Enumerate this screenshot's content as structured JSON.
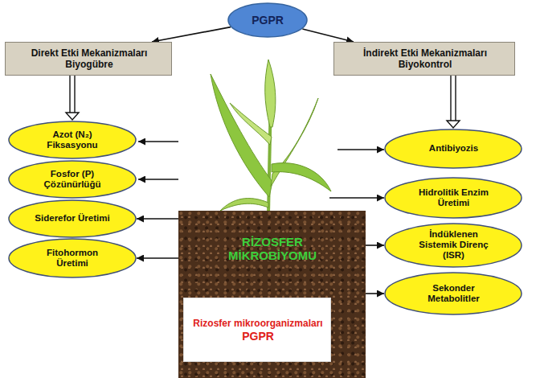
{
  "diagram": {
    "nodes": [
      {
        "text": [
          "PGPR"
        ]
      },
      {
        "text": [
          "Direkt Etki Mekanizmaları Biyogübre"
        ]
      },
      {
        "text": [
          "İndirekt Etki Mekanizmaları Biyokontrol"
        ]
      },
      {
        "text": [
          "Azot (N₂) Fiksasyonu"
        ]
      },
      {
        "text": [
          "Fosfor (P) Çözünürlüğü"
        ]
      },
      {
        "text": [
          "Siderefor Üretimi"
        ]
      },
      {
        "text": [
          "Fitohormon Üretimi"
        ]
      },
      {
        "text": [
          "Antibiyozis"
        ]
      },
      {
        "text": [
          "Hidrolitik Enzim Üretimi"
        ]
      },
      {
        "text": [
          "İndüklenen Sistemik Direnç (ISR)"
        ]
      },
      {
        "text": [
          "Sekonder Metabolitler"
        ]
      },
      {
        "text": [
          "RİZOSFER MİKROBİYOMU"
        ]
      },
      {
        "text": [
          "Rizosfer mikroorganizmaları",
          "PGPR"
        ],
        "in": 11
      }
    ],
    "edges": [
      {
        "from": 0,
        "to": 1,
        "arrow": "to"
      },
      {
        "from": 0,
        "to": 2,
        "arrow": "to"
      },
      {
        "from": 1,
        "to": 3,
        "arrow": "to"
      },
      {
        "from": 2,
        "to": 7,
        "arrow": "to"
      },
      {
        "from": 11,
        "to": 5,
        "arrow": "to"
      },
      {
        "from": 11,
        "to": 6,
        "arrow": "to"
      },
      {
        "from": 11,
        "to": 9,
        "arrow": "to"
      },
      {
        "from": 11,
        "to": 10,
        "arrow": "to"
      }
    ]
  }
}
